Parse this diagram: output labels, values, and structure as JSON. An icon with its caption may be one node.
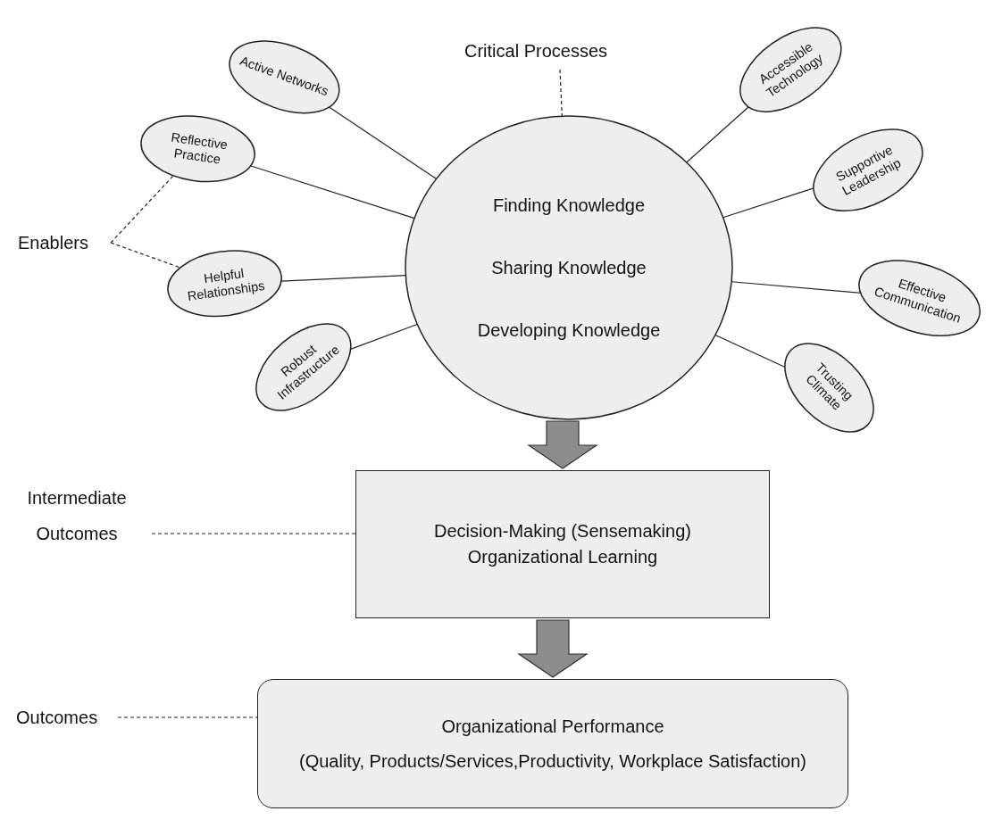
{
  "diagram": {
    "nodes": [
      {
        "text": [
          "Finding Knowledge",
          "Sharing Knowledge",
          "Developing Knowledge"
        ]
      },
      {
        "text": [
          "Active Networks"
        ]
      },
      {
        "text": [
          "Reflective Practice"
        ]
      },
      {
        "text": [
          "Helpful Relationships"
        ]
      },
      {
        "text": [
          "Robust Infrastructure"
        ]
      },
      {
        "text": [
          "Accessible Technology"
        ]
      },
      {
        "text": [
          "Supportive Leadership"
        ]
      },
      {
        "text": [
          "Effective Communication"
        ]
      },
      {
        "text": [
          "Trusting Climate"
        ]
      },
      {
        "text": [
          "Decision-Making (Sensemaking) Organizational Learning"
        ]
      },
      {
        "text": [
          "Organizational Performance",
          "(Quality, Products/Services,Productivity, Workplace Satisfaction)"
        ]
      },
      {
        "text": [
          "Critical Processes"
        ]
      },
      {
        "text": [
          "Enablers"
        ]
      },
      {
        "text": [
          "Intermediate Outcomes"
        ]
      },
      {
        "text": [
          "Outcomes"
        ]
      }
    ],
    "edges": [
      {
        "from": 1,
        "to": 0,
        "arrow": "none"
      },
      {
        "from": 2,
        "to": 0,
        "arrow": "none"
      },
      {
        "from": 3,
        "to": 0,
        "arrow": "none"
      },
      {
        "from": 4,
        "to": 0,
        "arrow": "none"
      },
      {
        "from": 5,
        "to": 0,
        "arrow": "none"
      },
      {
        "from": 6,
        "to": 0,
        "arrow": "none"
      },
      {
        "from": 7,
        "to": 0,
        "arrow": "none"
      },
      {
        "from": 8,
        "to": 0,
        "arrow": "none"
      },
      {
        "from": 11,
        "to": 0,
        "arrow": "none",
        "style": "dashed"
      },
      {
        "from": 12,
        "to": 2,
        "arrow": "none",
        "style": "dashed"
      },
      {
        "from": 12,
        "to": 3,
        "arrow": "none",
        "style": "dashed"
      },
      {
        "from": 13,
        "to": 9,
        "arrow": "none",
        "style": "dashed"
      },
      {
        "from": 14,
        "to": 10,
        "arrow": "none",
        "style": "dashed"
      },
      {
        "from": 0,
        "to": 9,
        "arrow": "to",
        "style": "thick",
        "color": "#8c8c8c"
      },
      {
        "from": 9,
        "to": 10,
        "arrow": "to",
        "style": "thick",
        "color": "#8c8c8c"
      }
    ]
  }
}
